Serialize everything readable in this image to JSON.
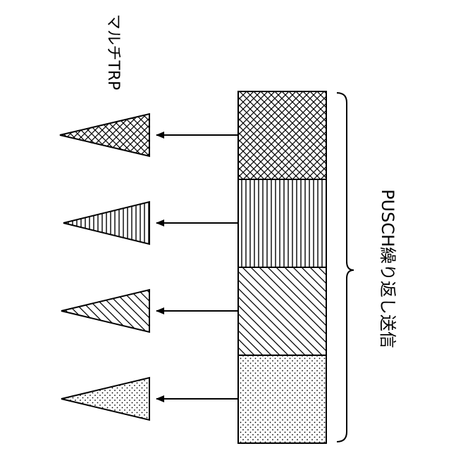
{
  "labels": {
    "multi_trp": "マルチTRP",
    "pusch_repetition": "PUSCH繰り返し送信"
  },
  "repetitions": [
    {
      "pattern": "crosshatch"
    },
    {
      "pattern": "vertical-lines"
    },
    {
      "pattern": "diagonal-lines"
    },
    {
      "pattern": "dots"
    }
  ],
  "colors": {
    "stroke": "#000000",
    "background": "#ffffff"
  }
}
